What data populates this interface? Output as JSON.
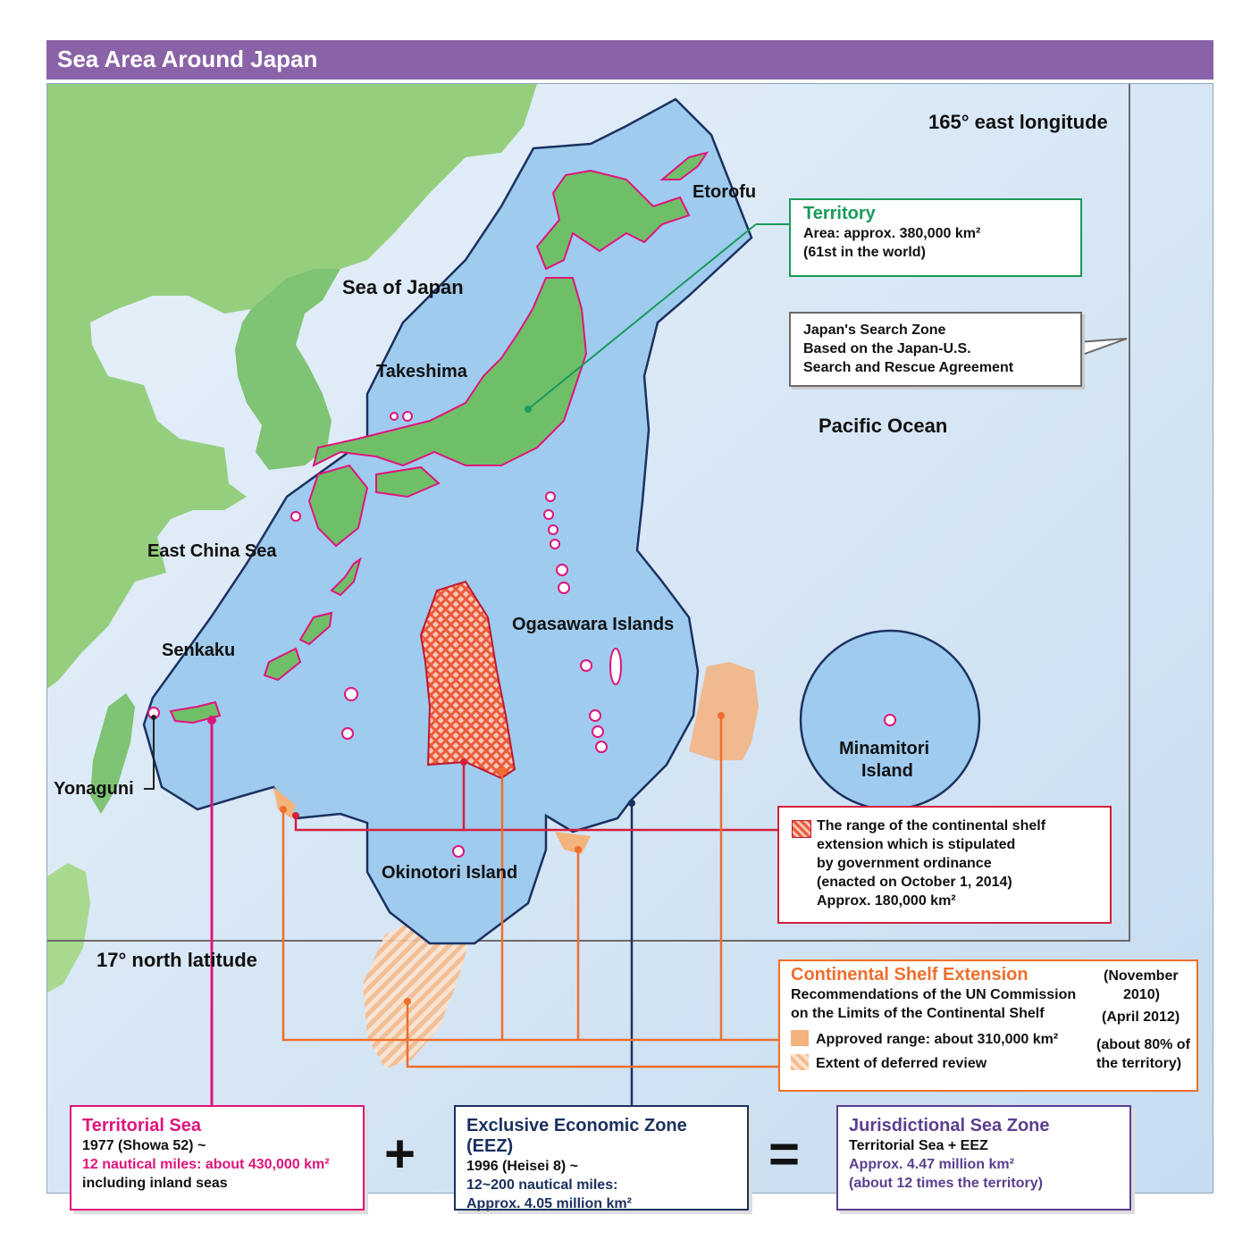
{
  "title": "Sea Area Around Japan",
  "labels": {
    "longitude": "165° east longitude",
    "latitude": "17° north latitude",
    "sea_of_japan": "Sea of Japan",
    "pacific_ocean": "Pacific Ocean",
    "east_china_sea": "East China Sea",
    "etorofu": "Etorofu",
    "takeshima": "Takeshima",
    "senkaku": "Senkaku",
    "yonaguni": "Yonaguni",
    "ogasawara": "Ogasawara Islands",
    "okinotori": "Okinotori Island",
    "minamitori_line1": "Minamitori",
    "minamitori_line2": "Island"
  },
  "territory": {
    "heading": "Territory",
    "line1": "Area: approx. 380,000 km²",
    "line2": "(61st in the world)"
  },
  "search_zone": {
    "line1": "Japan's Search Zone",
    "line2": "Based on the Japan-U.S.",
    "line3": "Search and Rescue Agreement"
  },
  "shelf_ordinance": {
    "line1": "The range of the continental shelf",
    "line2": "extension which is stipulated",
    "line3": "by government ordinance",
    "line4": "(enacted on October 1, 2014)",
    "line5": "Approx. 180,000 km²"
  },
  "shelf_extension": {
    "heading": "Continental Shelf Extension",
    "line1": "Recommendations of the UN Commission",
    "line2": "on the Limits of the Continental Shelf",
    "date1": "(November",
    "date2": "2010)",
    "date3": "(April 2012)",
    "approved": "Approved range: about 310,000 km²",
    "approved_note1": "(about 80% of",
    "approved_note2": "the territory)",
    "deferred": "Extent of deferred review"
  },
  "territorial_sea": {
    "heading": "Territorial Sea",
    "line1": "1977 (Showa 52) ~",
    "line2": "12 nautical miles: about 430,000 km²",
    "line3": "including inland seas"
  },
  "eez": {
    "heading": "Exclusive Economic Zone (EEZ)",
    "line1": "1996 (Heisei 8) ~",
    "line2": "12~200 nautical miles:",
    "line3": "Approx. 4.05 million km²"
  },
  "jurisdictional": {
    "heading": "Jurisdictional Sea Zone",
    "line1": "Territorial Sea + EEZ",
    "line2": "Approx. 4.47 million km²",
    "line3": "(about 12 times the territory)"
  },
  "operators": {
    "plus": "+",
    "equals": "="
  },
  "colors": {
    "title_bar": "#8a62a8",
    "ocean": "#cfe1f2",
    "eez": "#9fcbee",
    "land": "#7fc374",
    "territorial_sea": "#e0147d",
    "territory": "#1a9a5b",
    "ordinance": "#d31f3d",
    "shelf_approved": "#f4b27c",
    "shelf_line": "#ee6f2d",
    "eez_box": "#1b3160",
    "jurisdictional": "#5b3f8f"
  }
}
